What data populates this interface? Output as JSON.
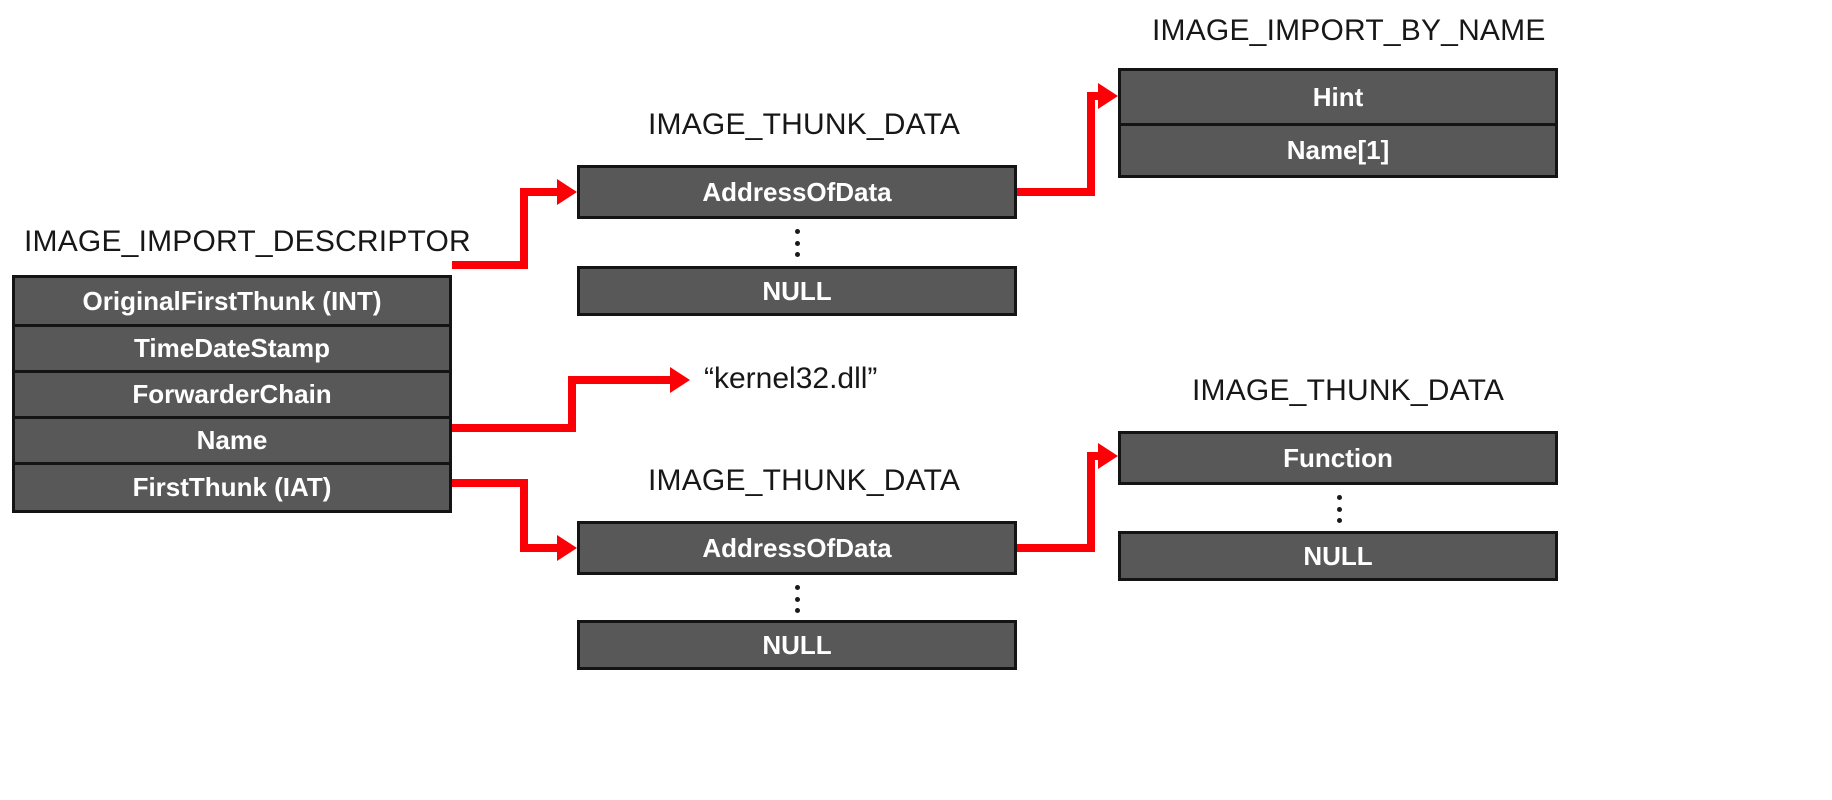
{
  "diagram": {
    "title_import_descriptor": "IMAGE_IMPORT_DESCRIPTOR",
    "title_thunk_int": "IMAGE_THUNK_DATA",
    "title_thunk_iat": "IMAGE_THUNK_DATA",
    "title_import_by_name": "IMAGE_IMPORT_BY_NAME",
    "title_thunk_bound": "IMAGE_THUNK_DATA",
    "dll_name": "“kernel32.dll”",
    "accent_red": "#fb0007",
    "box_fill": "#585858",
    "box_border": "#141414",
    "text_on_box": "#ffffff"
  },
  "import_descriptor": {
    "fields": [
      {
        "label": "OriginalFirstThunk (INT)"
      },
      {
        "label": "TimeDateStamp"
      },
      {
        "label": "ForwarderChain"
      },
      {
        "label": "Name"
      },
      {
        "label": "FirstThunk (IAT)"
      }
    ]
  },
  "thunk_int": {
    "first": "AddressOfData",
    "last": "NULL"
  },
  "thunk_iat": {
    "first": "AddressOfData",
    "last": "NULL"
  },
  "import_by_name": {
    "rows": [
      {
        "label": "Hint"
      },
      {
        "label": "Name[1]"
      }
    ]
  },
  "thunk_bound": {
    "first": "Function",
    "last": "NULL"
  }
}
